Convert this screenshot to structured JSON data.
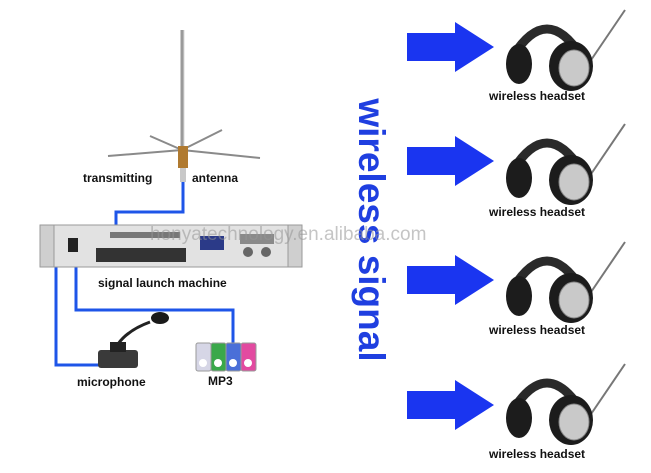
{
  "labels": {
    "transmitting": "transmitting",
    "antenna": "antenna",
    "machine": "signal launch machine",
    "microphone": "microphone",
    "mp3": "MP3",
    "big_text": "wireless signal",
    "watermark": "honyatechnology.en.alibaba.com"
  },
  "headsets": [
    {
      "label": "wireless headset"
    },
    {
      "label": "wireless headset"
    },
    {
      "label": "wireless headset"
    },
    {
      "label": "wireless headset"
    }
  ],
  "colors": {
    "arrow": "#1a35f0",
    "cable": "#1e55e8",
    "big_text": "#1f3fe0",
    "device": "#dcdcdc",
    "mp3": [
      "#d6d6e6",
      "#3aa84a",
      "#4a6fd8",
      "#e24aa0"
    ]
  },
  "icons": [
    "antenna-icon",
    "transmitter-icon",
    "microphone-icon",
    "mp3-player-icon",
    "headset-icon",
    "arrow-icon"
  ]
}
